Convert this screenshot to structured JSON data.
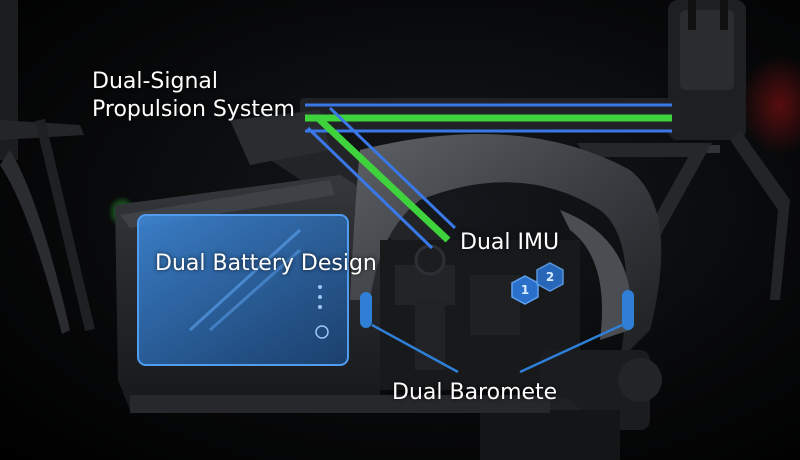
{
  "labels": {
    "propulsion": [
      "Dual-Signal",
      "Propulsion System"
    ],
    "battery": "Dual Battery Design",
    "imu": "Dual IMU",
    "barometer": "Dual Baromete"
  },
  "imu_chips": [
    "1",
    "2"
  ],
  "colors": {
    "signal_green": "#3ed23c",
    "signal_blue": "#3a78e8",
    "component_blue": "#2f7fd6",
    "chip_blue": "#2a6fc9",
    "body_gray": "#2a2c30",
    "shell_light": "#6b6f74"
  },
  "icons": {
    "battery": "battery-pack-icon",
    "imu": "hexagon-chip-icon",
    "barometer": "sensor-cylinder-icon"
  }
}
